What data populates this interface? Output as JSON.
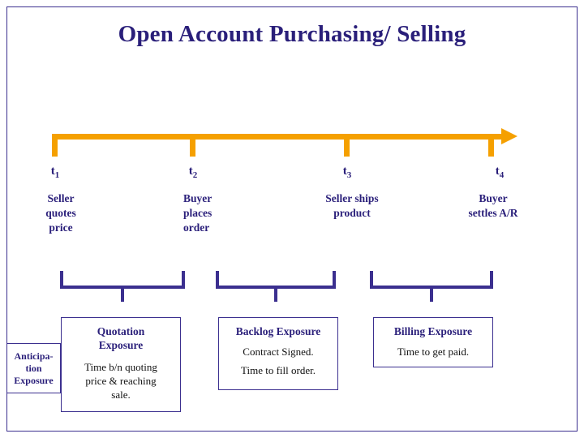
{
  "title": "Open Account Purchasing/ Selling",
  "timeline": {
    "ticks": [
      {
        "label": "t",
        "sub": "1"
      },
      {
        "label": "t",
        "sub": "2"
      },
      {
        "label": "t",
        "sub": "3"
      },
      {
        "label": "t",
        "sub": "4"
      }
    ],
    "events": [
      "Seller\nquotes\nprice",
      "Buyer\nplaces\norder",
      "Seller ships\nproduct",
      "Buyer\nsettles A/R"
    ],
    "event_lines": [
      [
        "Seller",
        "quotes",
        "price"
      ],
      [
        "Buyer",
        "places",
        "order"
      ],
      [
        "Seller ships",
        "product"
      ],
      [
        "Buyer",
        "settles A/R"
      ]
    ]
  },
  "exposures": [
    {
      "title_lines": [
        "Quotation",
        "Exposure"
      ],
      "body_lines": [
        "Time b/n quoting",
        "price & reaching",
        "sale."
      ]
    },
    {
      "title_lines": [
        "Backlog Exposure"
      ],
      "body_lines": [
        "Contract Signed.",
        "Time to fill order."
      ]
    },
    {
      "title_lines": [
        "Billing Exposure"
      ],
      "body_lines": [
        "Time to get paid."
      ]
    }
  ],
  "anticipation_box": {
    "lines": [
      "Anticipa-",
      "tion",
      "Exposure"
    ]
  },
  "colors": {
    "title": "#2a1f7a",
    "timeline": "#f5a000",
    "bracket": "#3b2f8f",
    "body_text": "#111111"
  }
}
